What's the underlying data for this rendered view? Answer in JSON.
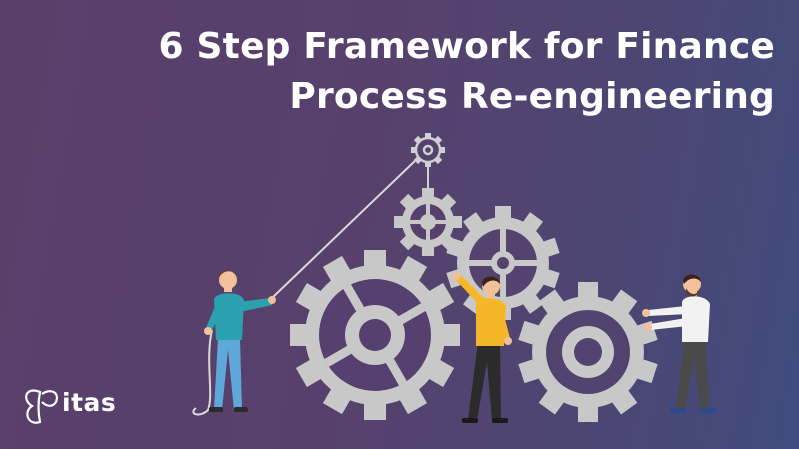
{
  "banner": {
    "title_line1": "6 Step Framework for Finance",
    "title_line2": "Process Re-engineering",
    "background_colors": [
      "#5a3f6b",
      "#3f4c7e"
    ]
  },
  "logo": {
    "text": "itas",
    "icon": "butterfly-logo-icon"
  },
  "illustration": {
    "gear_color": "#c8c8c8",
    "figures": [
      {
        "name": "man-pulling-rope",
        "shirt_color": "#2ba1b0",
        "pants_color": "#5fa8d9"
      },
      {
        "name": "man-pointing",
        "shirt_color": "#f5b62a",
        "pants_color": "#2b2b2b"
      },
      {
        "name": "man-pushing-gear",
        "shirt_color": "#f2f2f2",
        "pants_color": "#4a4a4a"
      }
    ]
  }
}
